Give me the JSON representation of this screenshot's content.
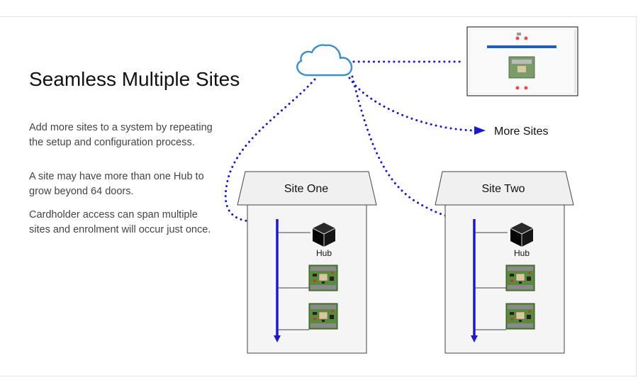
{
  "heading": "Seamless Multiple Sites",
  "paragraphs": [
    "Add more sites to a system by repeating the setup and configuration process.",
    "A site may have more than one Hub to grow beyond 64 doors.",
    "Cardholder access can span multiple sites and enrolment will occur just once."
  ],
  "diagram": {
    "cloud_icon": "cloud-icon",
    "more_sites_label": "More Sites",
    "sites": [
      {
        "name": "Site One",
        "hub_label": "Hub"
      },
      {
        "name": "Site Two",
        "hub_label": "Hub"
      }
    ]
  },
  "colors": {
    "accent_blue": "#1a1acc",
    "cloud_stroke": "#3a8fd0",
    "board_green": "#4e7a3a"
  }
}
